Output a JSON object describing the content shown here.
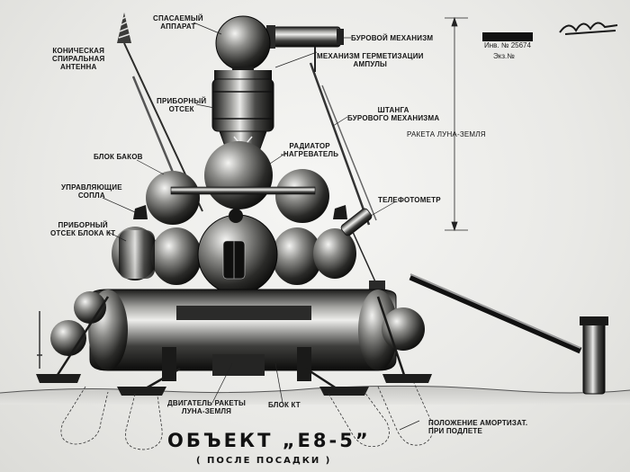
{
  "title": "ОБЪЕКТ „Е8-5”",
  "subtitle": "( ПОСЛЕ ПОСАДКИ )",
  "stamp": {
    "inv_label": "Инв. №",
    "inv_number": "25674",
    "copy_label": "Экз.№"
  },
  "rocket_label": "РАКЕТА ЛУНА-ЗЕМЛЯ",
  "labels": {
    "antenna": [
      "КОНИЧЕСКАЯ",
      "СПИРАЛЬНАЯ",
      "АНТЕННА"
    ],
    "return_capsule": [
      "СПАСАЕМЫЙ",
      "АППАРАТ"
    ],
    "drill": [
      "БУРОВОЙ МЕХАНИЗМ"
    ],
    "sealing": [
      "МЕХАНИЗМ ГЕРМЕТИЗАЦИИ",
      "АМПУЛЫ"
    ],
    "instrument_bay": [
      "ПРИБОРНЫЙ",
      "ОТСЕК"
    ],
    "drill_boom": [
      "ШТАНГА",
      "БУРОВОГО МЕХАНИЗМА"
    ],
    "radiator": [
      "РАДИАТОР",
      "-НАГРЕВАТЕЛЬ"
    ],
    "tank_block": [
      "БЛОК БАКОВ"
    ],
    "control_nozzles": [
      "УПРАВЛЯЮЩИЕ",
      "СОПЛА"
    ],
    "telephotometer": [
      "ТЕЛЕФОТОМЕТР"
    ],
    "kt_instrument_bay": [
      "ПРИБОРНЫЙ",
      "ОТСЕК БЛОКА КТ"
    ],
    "engine": [
      "ДВИГАТЕЛЬ РАКЕТЫ",
      "ЛУНА-ЗЕМЛЯ"
    ],
    "kt_block": [
      "БЛОК КТ"
    ],
    "shock_position": [
      "ПОЛОЖЕНИЕ АМОРТИЗАТ.",
      "ПРИ ПОДЛЕТЕ"
    ]
  }
}
